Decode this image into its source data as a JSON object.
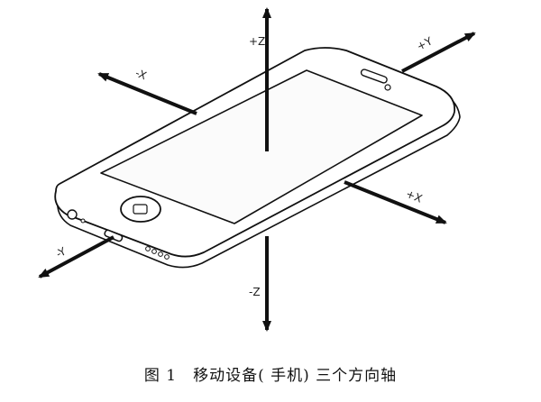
{
  "axes": {
    "pos_z": "+Z",
    "neg_z": "-Z",
    "pos_x": "+X",
    "neg_x": "-X",
    "pos_y": "+Y",
    "neg_y": "-Y"
  },
  "caption": {
    "figure_number": "图 1",
    "text": "移动设备( 手机) 三个方向轴"
  }
}
